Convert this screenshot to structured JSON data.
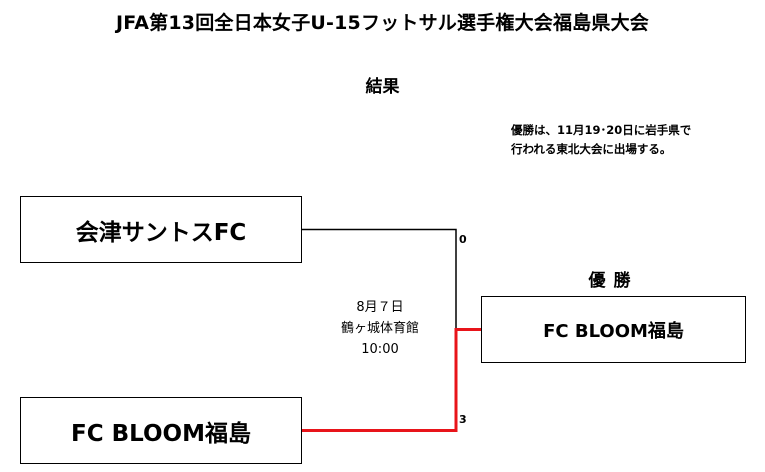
{
  "title": "JFA第13回全日本女子U-15フットサル選手権大会福島県大会",
  "subtitle": "結果",
  "note": {
    "line1": "優勝は、11月19･20日に岩手県で",
    "line2": "行われる東北大会に出場する。"
  },
  "champion_label": "優勝",
  "teams": {
    "top": "会津サントスFC",
    "bottom": "FC BLOOM福島",
    "winner": "FC BLOOM福島"
  },
  "scores": {
    "top": "0",
    "bottom": "3"
  },
  "match": {
    "date": "8月７日",
    "venue": "鶴ヶ城体育館",
    "time": "10:00"
  },
  "colors": {
    "winner_path": "#e8141a",
    "loser_path": "#000000"
  }
}
